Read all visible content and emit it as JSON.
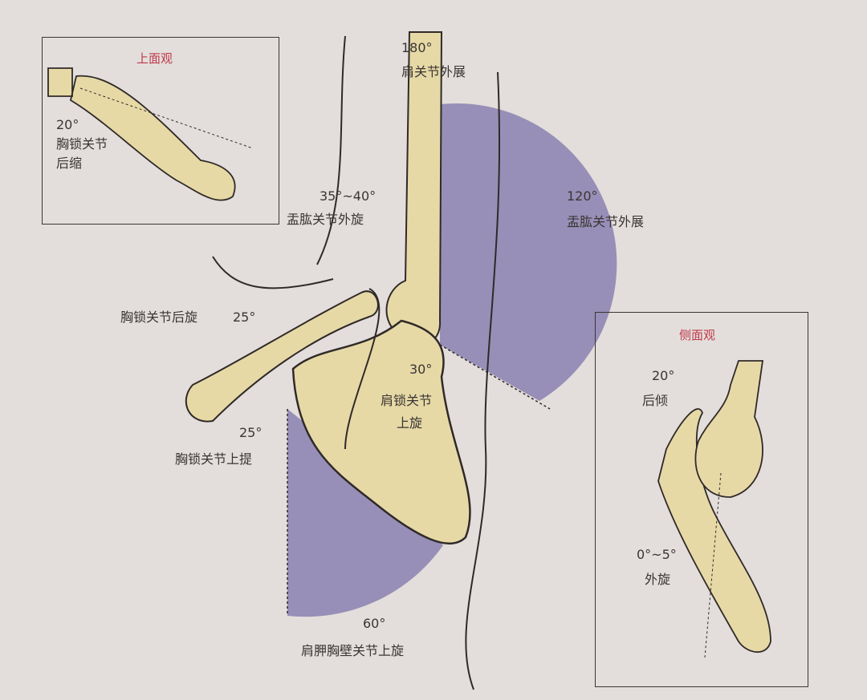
{
  "colors": {
    "background": "#e3dedb",
    "bone": "#e6d9a6",
    "arc_fill": "#8e86b2",
    "inset_title": "#c0394b",
    "outline": "#2f2a28"
  },
  "top_view": {
    "title": "上面观",
    "angle": "20°",
    "label_1": "胸锁关节",
    "label_2": "后缩"
  },
  "shoulder_abduction": {
    "angle": "180°",
    "label": "肩关节外展"
  },
  "gh_external_rotation": {
    "angle": "35°~40°",
    "label": "盂肱关节外旋"
  },
  "gh_abduction": {
    "angle": "120°",
    "label": "盂肱关节外展"
  },
  "sc_posterior_rotation": {
    "label": "胸锁关节后旋",
    "angle": "25°"
  },
  "ac_upward_rotation": {
    "angle": "30°",
    "label_1": "肩锁关节",
    "label_2": "上旋"
  },
  "sc_elevation": {
    "angle": "25°",
    "label": "胸锁关节上提"
  },
  "st_upward_rotation": {
    "angle": "60°",
    "label": "肩胛胸壁关节上旋"
  },
  "side_view": {
    "title": "侧面观",
    "tilt_angle": "20°",
    "tilt_label": "后倾",
    "rot_angle": "0°~5°",
    "rot_label": "外旋"
  }
}
